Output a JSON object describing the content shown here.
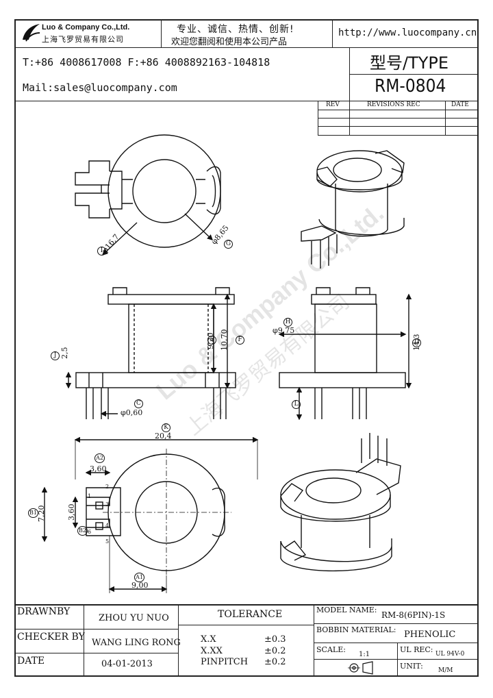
{
  "header": {
    "company_en": "Luo & Company Co.,Ltd.",
    "company_cn": "上海飞罗贸易有限公司",
    "slogan_1": "专业、诚信、热情、创新!",
    "slogan_2": "欢迎您翻阅和使用本公司产品",
    "website": "http://www.luocompany.cn",
    "phone_fax": "T:+86 4008617008 F:+86 4008892163-104818",
    "mail": "Mail:sales@luocompany.com",
    "type_label": "型号/TYPE",
    "model": "RM-0804"
  },
  "revisions": {
    "col_rev": "REV",
    "col_rec": "REVISIONS REC",
    "col_date": "DATE"
  },
  "dims": {
    "top_d1": "φ16,7",
    "top_d1_tag": "I",
    "top_d2": "φ8,65",
    "top_d2_tag": "G",
    "side_c": "φ0,60",
    "side_c_tag": "C",
    "side_j": "2,5",
    "side_j_tag": "J",
    "side_e": "9,20",
    "side_e_tag": "E",
    "side_f": "10,70",
    "side_f_tag": "F",
    "side_h": "φ9,75",
    "side_h_tag": "H",
    "side_d": "14,3",
    "side_d_tag": "D",
    "side_l_tag": "L",
    "bot_k": "20,4",
    "bot_k_tag": "K",
    "bot_a2": "3,60",
    "bot_a2_tag": "A2",
    "bot_b1": "7,20",
    "bot_b1_tag": "B1",
    "bot_b2": "3,60",
    "bot_b2_tag": "B2",
    "bot_a1": "9,00",
    "bot_a1_tag": "A1",
    "pins": [
      "1",
      "2",
      "3",
      "4",
      "5",
      "6"
    ]
  },
  "watermark": {
    "line1": "Luo & Company Co.,Ltd.",
    "line2": "上海飞罗贸易有限公司"
  },
  "footer": {
    "drawnby_label": "DRAWNBY",
    "drawnby_value": "ZHOU YU NUO",
    "checker_label": "CHECKER BY",
    "checker_value": "WANG LING RONG",
    "date_label": "DATE",
    "date_value": "04-01-2013",
    "tolerance_label": "TOLERANCE",
    "tol_xx_label": "X.X",
    "tol_xx_value": "±0.3",
    "tol_xxx_label": "X.XX",
    "tol_xxx_value": "±0.2",
    "tol_pin_label": "PINPITCH",
    "tol_pin_value": "±0.2",
    "model_name_label": "MODEL NAME:",
    "model_name_value": "RM-8(6PIN)-1S",
    "bobbin_label": "BOBBIN MATERIAL:",
    "bobbin_value": "PHENOLIC",
    "scale_label": "SCALE:",
    "scale_value": "1:1",
    "ul_label": "UL REC:",
    "ul_value": "UL 94V-0",
    "unit_label": "UNIT:",
    "unit_value": "M/M"
  }
}
